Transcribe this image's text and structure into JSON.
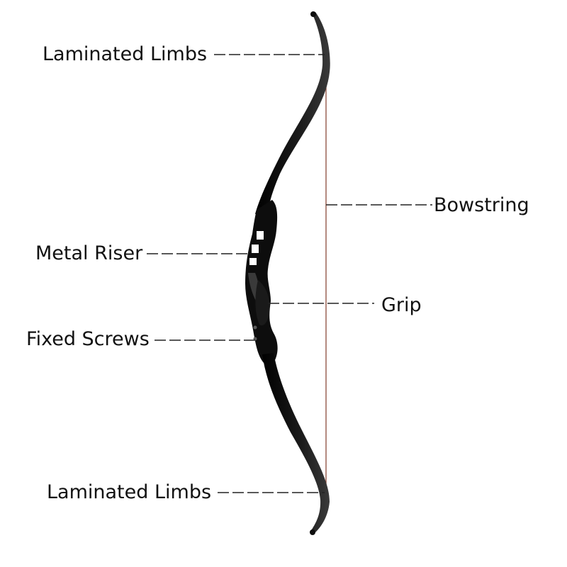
{
  "labels": {
    "top_limb": "Laminated Limbs",
    "bowstring": "Bowstring",
    "metal_riser": "Metal Riser",
    "grip": "Grip",
    "fixed_screws": "Fixed Screws",
    "bottom_limb": "Laminated Limbs"
  },
  "colors": {
    "bow_body": "#0d0d0d",
    "bow_highlight": "#3a3a3a",
    "bowstring": "#8a4a3a",
    "text": "#111111",
    "leader_line": "#222222"
  }
}
